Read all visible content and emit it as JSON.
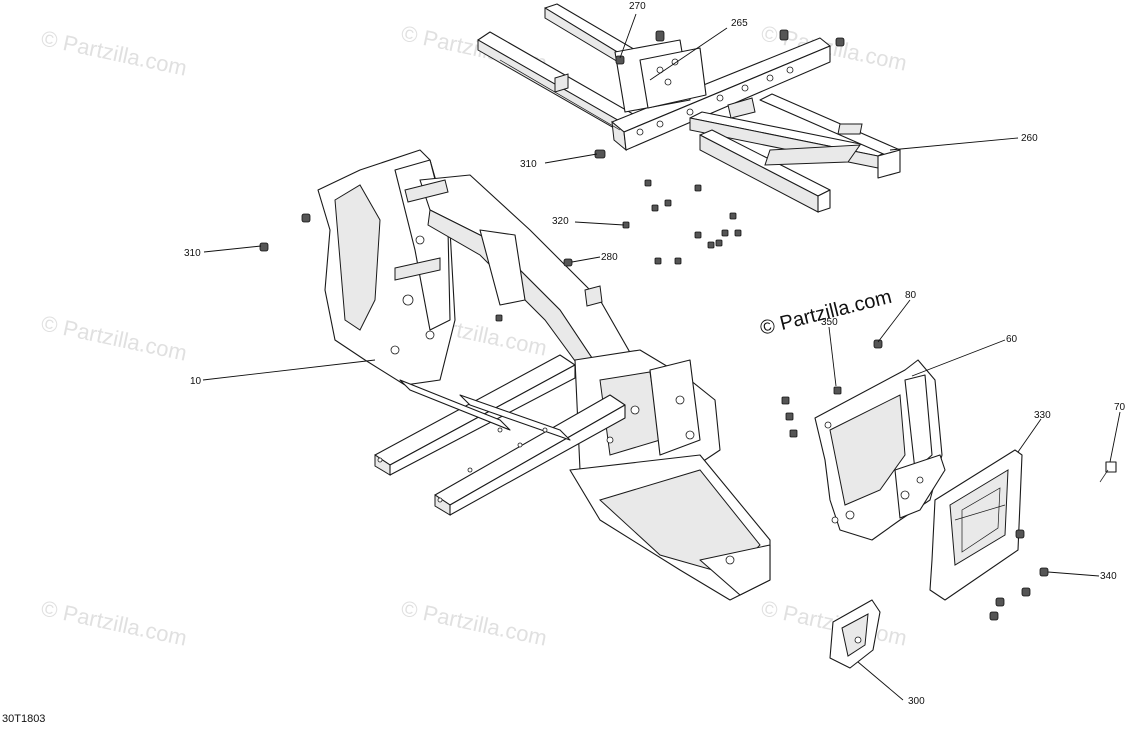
{
  "diagram": {
    "drawing_code": "30T1803",
    "watermark_text": "© Partzilla.com",
    "callouts": [
      {
        "id": "c270",
        "label": "270"
      },
      {
        "id": "c265",
        "label": "265"
      },
      {
        "id": "c260",
        "label": "260"
      },
      {
        "id": "c310a",
        "label": "310"
      },
      {
        "id": "c310b",
        "label": "310"
      },
      {
        "id": "c320",
        "label": "320"
      },
      {
        "id": "c280",
        "label": "280"
      },
      {
        "id": "c10",
        "label": "10"
      },
      {
        "id": "c80",
        "label": "80"
      },
      {
        "id": "c350",
        "label": "350"
      },
      {
        "id": "c60",
        "label": "60"
      },
      {
        "id": "c330",
        "label": "330"
      },
      {
        "id": "c70",
        "label": "70"
      },
      {
        "id": "c340",
        "label": "340"
      },
      {
        "id": "c300",
        "label": "300"
      }
    ]
  }
}
